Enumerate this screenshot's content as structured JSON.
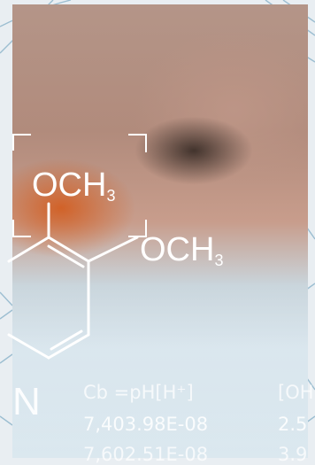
{
  "image": {
    "description_icon": "chemistry-photo",
    "accent_white": "#ffffff",
    "orange": "#d25f23"
  },
  "molecule": {
    "group1_main": "OCH",
    "group1_sub": "3",
    "group2_main": "OCH",
    "group2_sub": "3"
  },
  "table": {
    "col1_header": "Cb =pH[H⁺]",
    "col2_header": "[OH",
    "row1_col1": "7,403.98E-08",
    "row1_col2": "2.5",
    "row2_col1": "7,602.51E-08",
    "row2_col2": "3.9"
  },
  "edge_letter": "N"
}
